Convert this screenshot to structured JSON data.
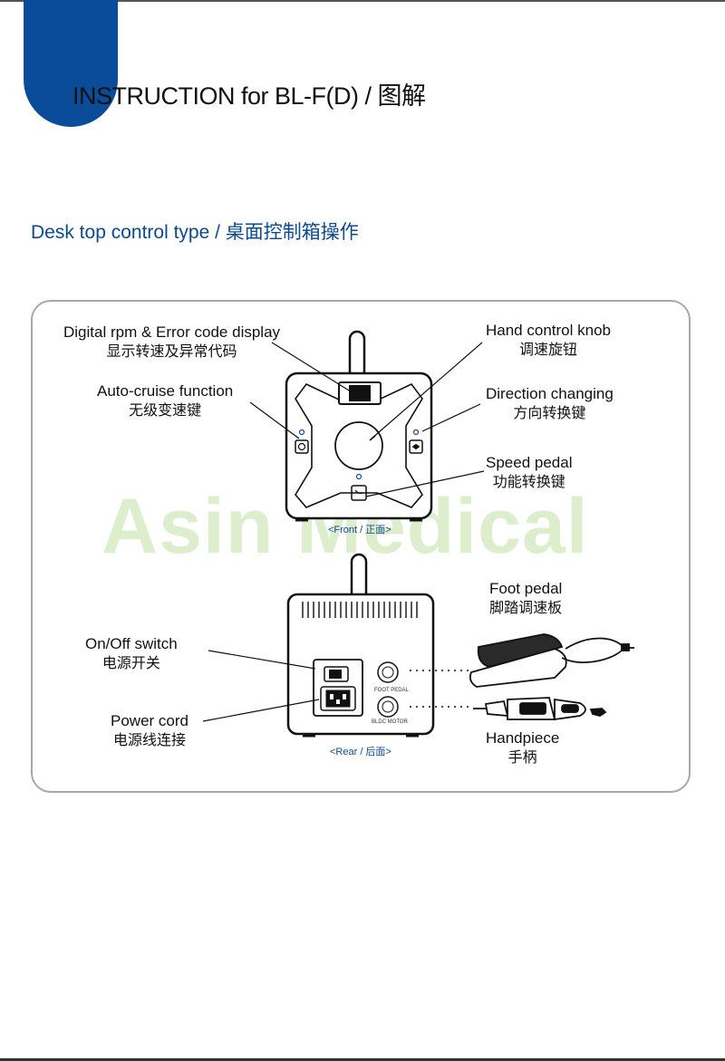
{
  "header": {
    "title": "INSTRUCTION for BL-F(D) / 图解"
  },
  "section": {
    "title": "Desk top control type / 桌面控制箱操作"
  },
  "watermark": "Asin Medical",
  "front": {
    "caption": "<Front / 正面>",
    "labels": {
      "display": {
        "en": "Digital rpm & Error code display",
        "zh": "显示转速及异常代码"
      },
      "knob": {
        "en": "Hand control knob",
        "zh": "调速旋钮"
      },
      "cruise": {
        "en": "Auto-cruise function",
        "zh": "无级变速键"
      },
      "direction": {
        "en": "Direction changing",
        "zh": "方向转换键"
      },
      "speed_pedal": {
        "en": "Speed pedal",
        "zh": "功能转换键"
      }
    }
  },
  "rear": {
    "caption": "<Rear / 后面>",
    "labels": {
      "onoff": {
        "en": "On/Off switch",
        "zh": "电源开关"
      },
      "power": {
        "en": "Power cord",
        "zh": "电源线连接"
      },
      "foot_pedal": {
        "en": "Foot pedal",
        "zh": "脚踏调速板"
      },
      "handpiece": {
        "en": "Handpiece",
        "zh": "手柄"
      }
    },
    "ports": {
      "foot": "FOOT PEDAL",
      "motor": "BLDC MOTOR"
    }
  },
  "colors": {
    "accent": "#0a4c99",
    "section_text": "#0b4a8f",
    "watermark": "#d6ecc4"
  }
}
